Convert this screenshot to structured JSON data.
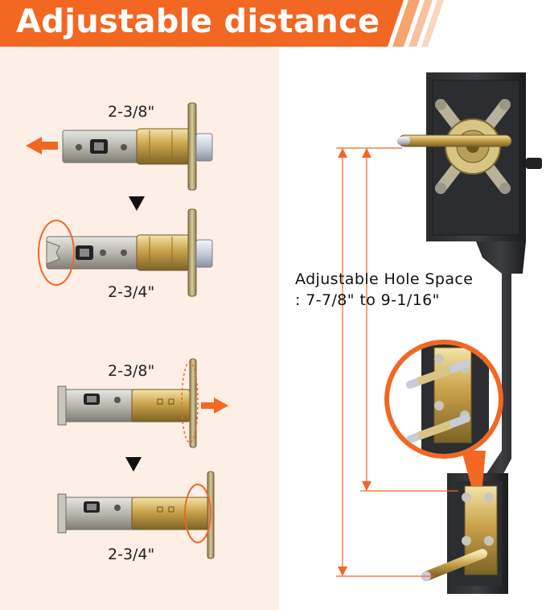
{
  "banner": {
    "title": "Adjustable distance",
    "accent_color": "#f26722"
  },
  "latch_top": {
    "label_short": "2-3/8\"",
    "label_long": "2-3/4\""
  },
  "latch_bottom": {
    "label_short": "2-3/8\"",
    "label_long": "2-3/4\""
  },
  "hole_space": {
    "line1": "Adjustable Hole Space",
    "line2": ": 7-7/8\" to 9-1/16\""
  },
  "icons": [
    "arrow-left-icon",
    "arrow-right-icon",
    "chevron-down-icon"
  ]
}
